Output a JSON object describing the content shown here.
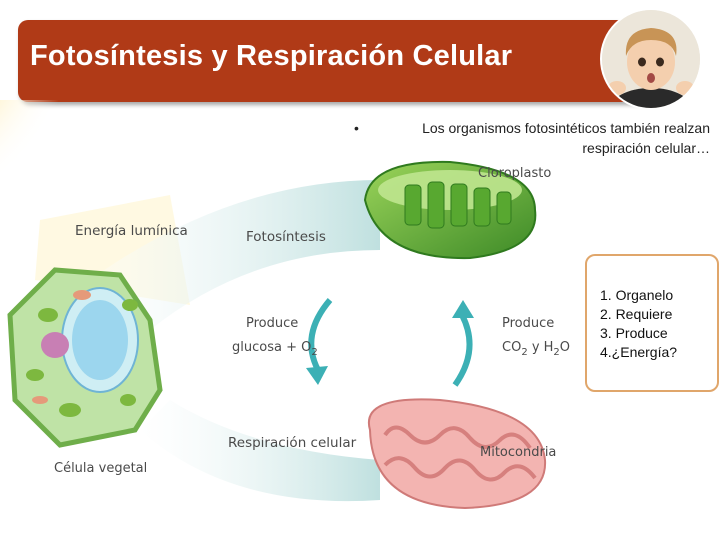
{
  "slide": {
    "title": "Fotosíntesis y Respiración Celular",
    "bullet": "Los organismos fotosintéticos también realzan respiración celular…",
    "bullet_marker": "•",
    "questions": [
      "1. Organelo",
      "2. Requiere",
      "3. Produce",
      "4.¿Energía?"
    ]
  },
  "diagram": {
    "labels": {
      "energia": "Energía lumínica",
      "fotosintesis": "Fotosíntesis",
      "cloroplasto": "Cloroplasto",
      "produce_left": "Produce",
      "glucosa_left": "glucosa + O",
      "glucosa_sub": "2",
      "produce_right": "Produce",
      "co2_c": "CO",
      "co2_sub": "2",
      "co2_y": " y H",
      "co2_sub2": "2",
      "co2_o": "O",
      "respiracion": "Respiración celular",
      "mitocondria": "Mitocondria",
      "celula": "Célula vegetal"
    }
  },
  "colors": {
    "title_bg": "#b03a17",
    "flow_band": "#bfe0df",
    "arrow": "#3cb0b5",
    "chloroplast": "#6cb33f",
    "mitochondria": "#f0a9a9",
    "box_border": "#e0a66b"
  },
  "icons": {
    "avatar": "child-surprised-photo"
  }
}
